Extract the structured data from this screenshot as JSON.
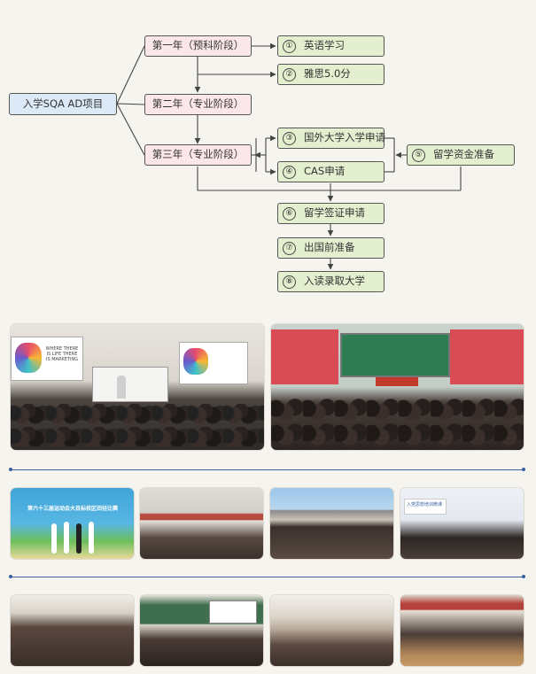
{
  "flow": {
    "start": "入学SQA AD项目",
    "stages": [
      "第一年（预科阶段）",
      "第二年（专业阶段）",
      "第三年（专业阶段）"
    ],
    "steps": [
      {
        "num": "①",
        "label": "英语学习"
      },
      {
        "num": "②",
        "label": "雅思5.0分"
      },
      {
        "num": "③",
        "label": "国外大学入学申请"
      },
      {
        "num": "④",
        "label": "CAS申请"
      },
      {
        "num": "⑤",
        "label": "留学资金准备"
      },
      {
        "num": "⑥",
        "label": "留学签证申请"
      },
      {
        "num": "⑦",
        "label": "出国前准备"
      },
      {
        "num": "⑧",
        "label": "入读录取大学"
      }
    ]
  },
  "photos": {
    "p1_slide": "WHERE THERE IS LIFE THERE IS MARKETING",
    "p3_banner": "第六十三届运动会大目标校区田径比赛",
    "p8_banner": "入党思想培训微课"
  },
  "colors": {
    "start_fill": "#dbeaf6",
    "stage_fill": "#fbe6ea",
    "step_fill": "#e3efcf",
    "separator": "#3a5fa0"
  }
}
